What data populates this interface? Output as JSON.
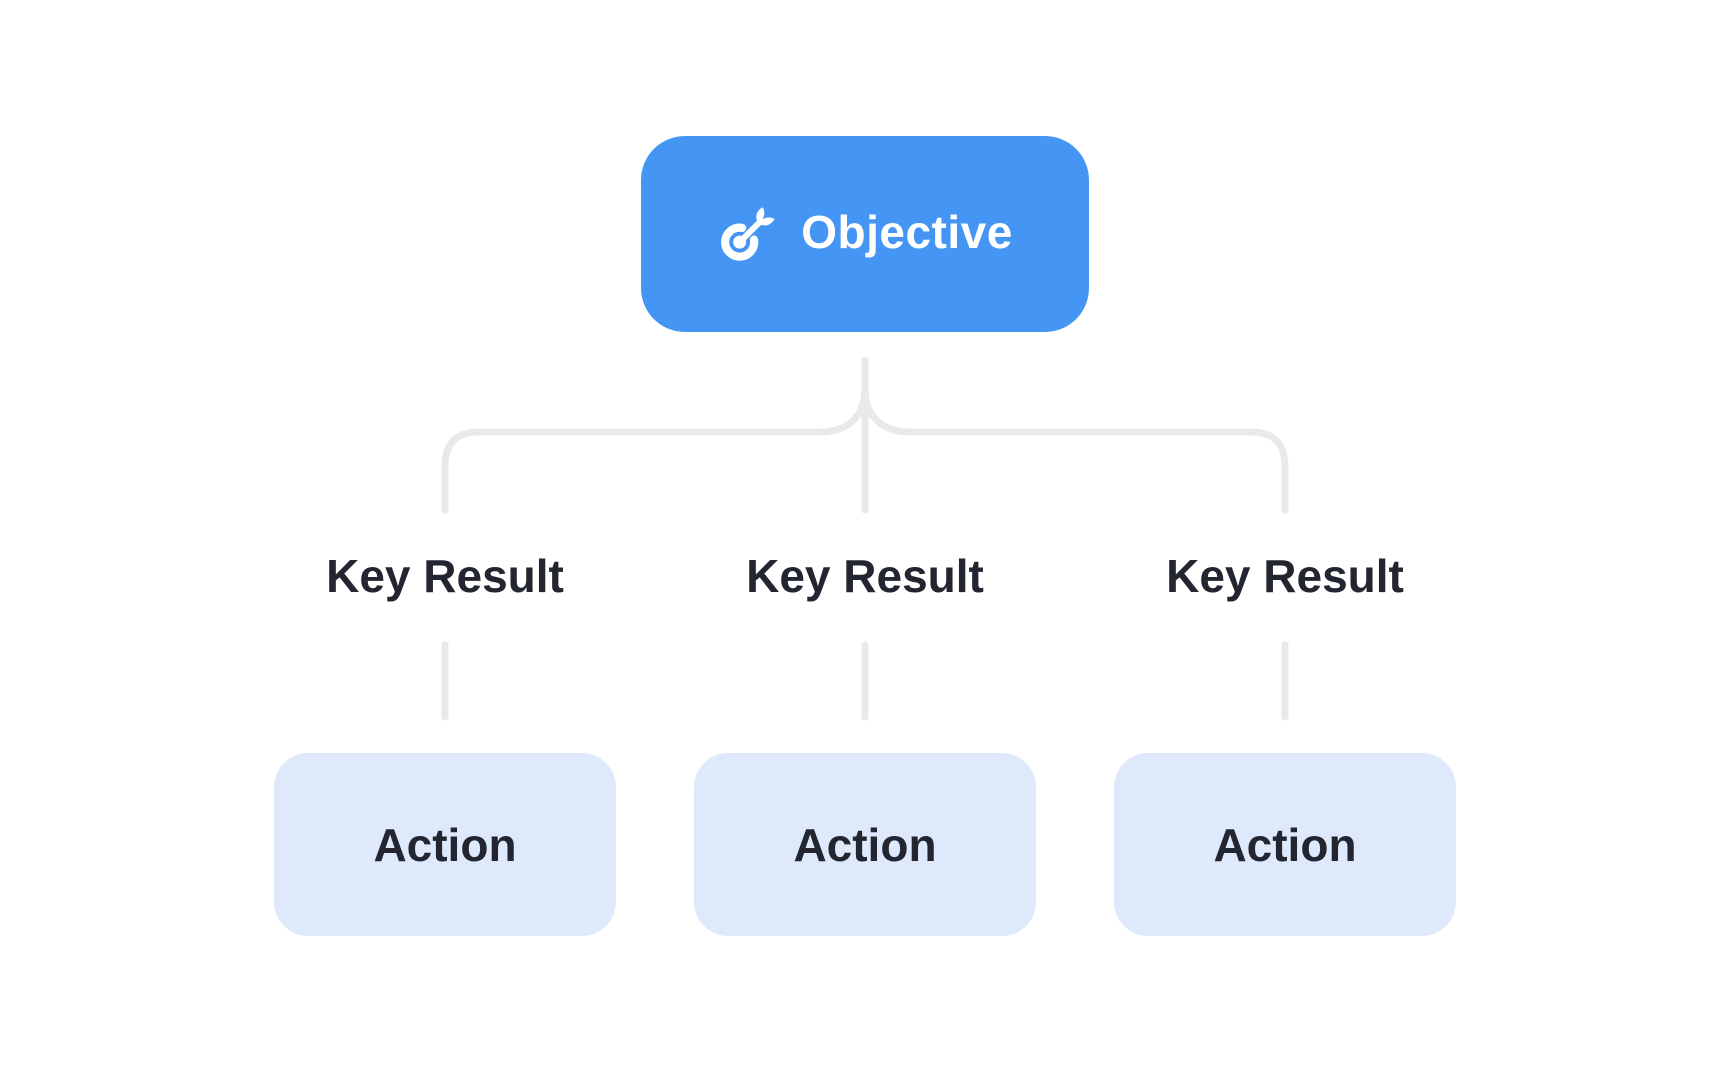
{
  "diagram": {
    "objective": {
      "label": "Objective",
      "icon": "target-goal-icon"
    },
    "key_results": [
      {
        "label": "Key Result"
      },
      {
        "label": "Key Result"
      },
      {
        "label": "Key Result"
      }
    ],
    "actions": [
      {
        "label": "Action"
      },
      {
        "label": "Action"
      },
      {
        "label": "Action"
      }
    ]
  },
  "theme": {
    "canvas_bg": "#FFFFFF",
    "objective_bg": "#4596F4",
    "objective_text": "#FFFFFF",
    "action_bg": "#DEEAFC",
    "label_text": "#232630",
    "connector": "#E9E9EB"
  }
}
